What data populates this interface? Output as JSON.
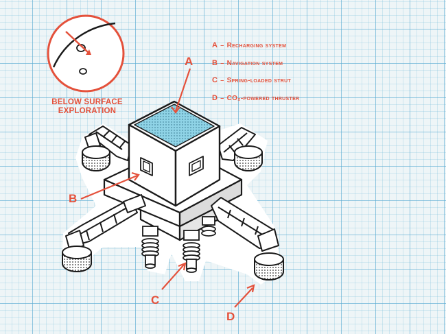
{
  "legend": [
    {
      "letter": "A",
      "text": "Recharging system"
    },
    {
      "letter": "B",
      "text": "Navigation system"
    },
    {
      "letter": "C",
      "text": "Spring-loaded strut"
    },
    {
      "letter": "D",
      "text": "CO₂-powered thruster"
    }
  ],
  "inset_caption_line1": "BELOW SURFACE",
  "inset_caption_line2": "EXPLORATION",
  "callouts": {
    "a": "A",
    "b": "B",
    "c": "C",
    "d": "D"
  },
  "colors": {
    "accent": "#e4513b",
    "panel": "#8fd3e6",
    "ink": "#1a1a1a",
    "paper": "#ffffff",
    "gridline": "#5aaad2"
  }
}
